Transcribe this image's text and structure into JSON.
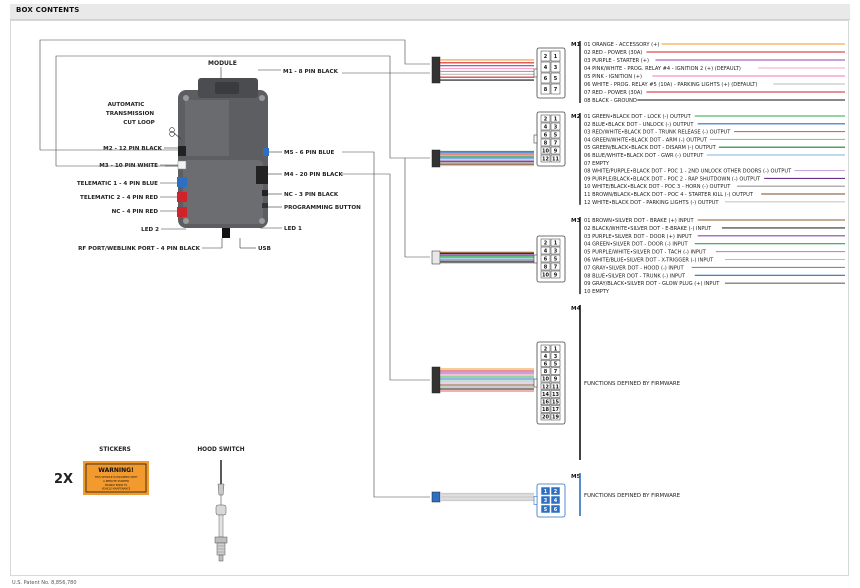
{
  "header": {
    "title": "BOX CONTENTS"
  },
  "footer": {
    "patent": "U.S. Patent No. 8,856,780"
  },
  "module": {
    "title": "MODULE",
    "labels": {
      "auto_trans": [
        "AUTOMATIC",
        "TRANSMISSION",
        "CUT LOOP"
      ],
      "m1": "M1 - 8 PIN BLACK",
      "m2": "M2 - 12 PIN BLACK",
      "m3": "M3 - 10 PIN WHITE",
      "m4": "M4 - 20 PIN BLACK",
      "m5": "M5 - 6 PIN BLUE",
      "telematic1": "TELEMATIC 1 - 4 PIN BLUE",
      "telematic2": "TELEMATIC 2 - 4 PIN RED",
      "nc4": "NC - 4 PIN RED",
      "led2": "LED 2",
      "led1": "LED 1",
      "rfport": "RF PORT/WEBLINK PORT - 4 PIN BLACK",
      "usb": "USB",
      "nc3": "NC - 3 PIN BLACK",
      "prog": "PROGRAMMING BUTTON"
    }
  },
  "connectors": {
    "m1": {
      "tag": "M1",
      "pins": [
        [
          "2",
          "1"
        ],
        [
          "4",
          "3"
        ],
        [
          "6",
          "5"
        ],
        [
          "8",
          "7"
        ]
      ],
      "wires": [
        {
          "label": "01 ORANGE - ACCESSORY (+)",
          "color": "#f39a2e"
        },
        {
          "label": "02 RED - POWER (30A)",
          "color": "#d2232a"
        },
        {
          "label": "03 PURPLE - STARTER (+)",
          "color": "#8e44ad"
        },
        {
          "label": "04 PINK/WHITE - PROG. RELAY #4 - IGNITION 2 (+) (DEFAULT)",
          "color": "#f3a6c8"
        },
        {
          "label": "05 PINK - IGNITION (+)",
          "color": "#f178b6"
        },
        {
          "label": "06 WHITE - PROG. RELAY #5 (10A) - PARKING LIGHTS (+) (DEFAULT)",
          "color": "#bbbbbb"
        },
        {
          "label": "07 RED - POWER (30A)",
          "color": "#d2232a"
        },
        {
          "label": "08 BLACK - GROUND",
          "color": "#111111"
        }
      ]
    },
    "m2": {
      "tag": "M2",
      "pins": [
        [
          "2",
          "1"
        ],
        [
          "4",
          "3"
        ],
        [
          "6",
          "5"
        ],
        [
          "8",
          "7"
        ],
        [
          "10",
          "9"
        ],
        [
          "12",
          "11"
        ]
      ],
      "wires": [
        {
          "label": "01 GREEN•BLACK DOT - LOCK (-) OUTPUT",
          "color": "#2aa84a"
        },
        {
          "label": "02 BLUE•BLACK DOT - UNLOCK (-) OUTPUT",
          "color": "#2d6fc4"
        },
        {
          "label": "03 RED/WHITE•BLACK DOT - TRUNK RELEASE (-) OUTPUT",
          "color": "#e06060"
        },
        {
          "label": "04 GREEN/WHITE•BLACK DOT - ARM (-) OUTPUT",
          "color": "#7fcf8f"
        },
        {
          "label": "05 GREEN/BLACK•BLACK DOT - DISARM (-) OUTPUT",
          "color": "#1e7a38"
        },
        {
          "label": "06 BLUE/WHITE•BLACK DOT - GWR (-) OUTPUT",
          "color": "#7fb3e6"
        },
        {
          "label": "07 EMPTY",
          "color": ""
        },
        {
          "label": "08 WHITE/PURPLE•BLACK DOT - POC 1 - 2ND UNLOCK OTHER DOORS (-) OUTPUT",
          "color": "#c9a6dc"
        },
        {
          "label": "09 PURPLE/BLACK•BLACK DOT - POC 2 - RAP SHUTDOWN (-) OUTPUT",
          "color": "#6b2f8a"
        },
        {
          "label": "10 WHITE/BLACK•BLACK DOT - POC 3 - HORN (-) OUTPUT",
          "color": "#999999"
        },
        {
          "label": "11 BROWN/BLACK•BLACK DOT - POC 4 - STARTER KILL (-) OUTPUT",
          "color": "#7b4a22"
        },
        {
          "label": "12 WHITE•BLACK DOT - PARKING LIGHTS (-) OUTPUT",
          "color": "#c8c8c8"
        }
      ]
    },
    "m3": {
      "tag": "M3",
      "pins": [
        [
          "2",
          "1"
        ],
        [
          "4",
          "3"
        ],
        [
          "6",
          "5"
        ],
        [
          "8",
          "7"
        ],
        [
          "10",
          "9"
        ]
      ],
      "wires": [
        {
          "label": "01 BROWN•SILVER DOT - BRAKE (+) INPUT",
          "color": "#8a5a2b"
        },
        {
          "label": "02 BLACK/WHITE•SILVER DOT - E-BRAKE (-) INPUT",
          "color": "#333333"
        },
        {
          "label": "03 PURPLE•SILVER DOT - DOOR (+) INPUT",
          "color": "#8e44ad"
        },
        {
          "label": "04 GREEN•SILVER DOT - DOOR (-) INPUT",
          "color": "#2aa84a"
        },
        {
          "label": "05 PURPLE/WHITE•SILVER DOT - TACH (-) INPUT",
          "color": "#b98ad0"
        },
        {
          "label": "06 WHITE/BLUE•SILVER DOT - X-TRIGGER (-) INPUT",
          "color": "#9cc3ea"
        },
        {
          "label": "07 GRAY•SILVER DOT - HOOD (-) INPUT",
          "color": "#888888"
        },
        {
          "label": "08 BLUE•SILVER DOT - TRUNK (-) INPUT",
          "color": "#2d6fc4"
        },
        {
          "label": "09 GRAY/BLACK•SILVER DOT - GLOW PLUG (+) INPUT",
          "color": "#666666"
        },
        {
          "label": "10 EMPTY",
          "color": ""
        }
      ]
    },
    "m4": {
      "tag": "M4",
      "pins": [
        [
          "2",
          "1"
        ],
        [
          "4",
          "3"
        ],
        [
          "6",
          "5"
        ],
        [
          "8",
          "7"
        ],
        [
          "10",
          "9"
        ],
        [
          "12",
          "11"
        ],
        [
          "14",
          "13"
        ],
        [
          "16",
          "15"
        ],
        [
          "18",
          "17"
        ],
        [
          "20",
          "19"
        ]
      ],
      "note": "FUNCTIONS DEFINED BY FIRMWARE"
    },
    "m5": {
      "tag": "M5",
      "pins": [
        [
          "1",
          "2"
        ],
        [
          "3",
          "4"
        ],
        [
          "5",
          "6"
        ]
      ],
      "note": "FUNCTIONS DEFINED BY FIRMWARE"
    }
  },
  "stickers": {
    "title": "STICKERS",
    "multiplier": "2X",
    "warning": "WARNING!",
    "line1": "THIS VEHICLE IS EQUIPPED WITH",
    "line2": "A REMOTE STARTER",
    "line3": "DISABLE PRIOR TO",
    "line4": "VEHICLE MAINTENANCE"
  },
  "hood_switch": {
    "title": "HOOD SWITCH"
  },
  "colors": {
    "module_body": "#5d5e62",
    "harness_blue": "#2d6fc4",
    "connector_red": "#d2232a"
  }
}
